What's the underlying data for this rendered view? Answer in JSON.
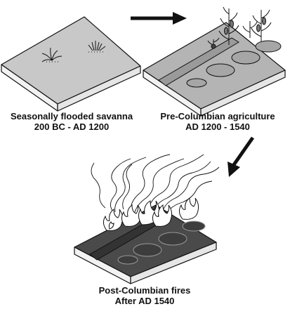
{
  "panels": [
    {
      "title": "Seasonally flooded savanna",
      "period": "200 BC - AD 1200"
    },
    {
      "title": "Pre-Columbian agriculture",
      "period": "AD 1200 - 1540"
    },
    {
      "title": "Post-Columbian fires",
      "period": "After AD 1540"
    }
  ],
  "colors": {
    "outline": "#111111",
    "savanna_top": "#c8c8c8",
    "agriculture_top": "#b4b4b4",
    "burned_top": "#4a4a4a",
    "block_side": "#f2f2f2",
    "arrow": "#111111"
  },
  "icons": [
    "grass-tuft-icon",
    "maize-plant-icon",
    "fire-icon",
    "smoke-icon",
    "arrow-icon"
  ]
}
